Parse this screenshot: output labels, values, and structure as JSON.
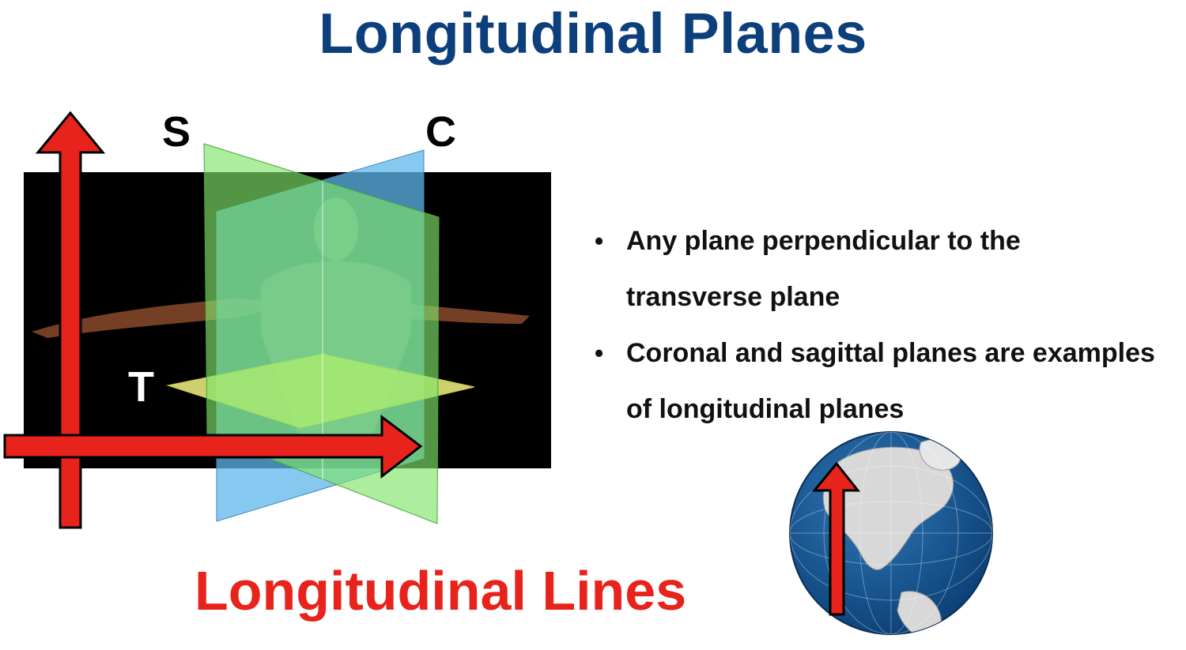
{
  "title": "Longitudinal Planes",
  "diagram": {
    "plane_labels": {
      "sagittal": "S",
      "coronal": "C",
      "transverse": "T"
    },
    "colors": {
      "arrow": "#e8231b",
      "sagittal_plane": "#7fe36a",
      "coronal_plane": "#5fb6ec",
      "transverse_plane": "#f3f381",
      "background_panel": "#000000"
    },
    "icons": [
      "vertical-arrow-icon",
      "horizontal-arrow-icon",
      "human-body-figure"
    ]
  },
  "bullets": [
    "Any plane perpendicular to the transverse plane",
    "Coronal and sagittal planes are examples of longitudinal planes"
  ],
  "lines_label": "Longitudinal Lines",
  "globe": {
    "icon": "globe-icon",
    "ocean_color": "#14548f",
    "land_color": "#d8d8d8"
  }
}
